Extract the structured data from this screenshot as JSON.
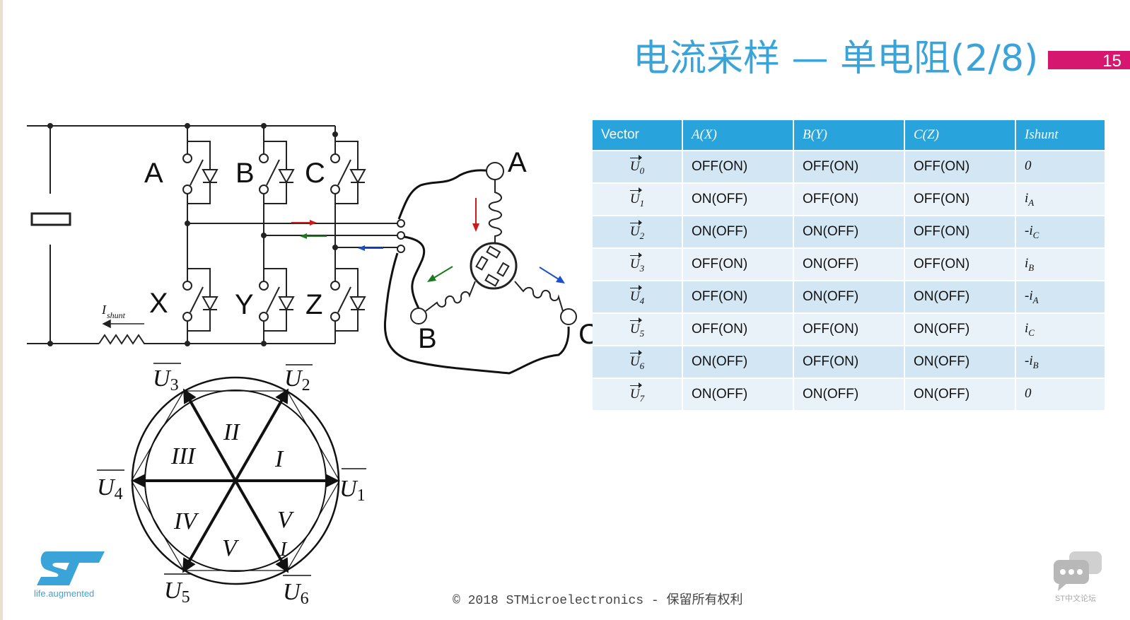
{
  "slide": {
    "title": "电流采样 — 单电阻(2/8)",
    "page_number": "15",
    "accent_color": "#3aa3d8",
    "page_bar_color": "#d6176f",
    "copyright": "© 2018 STMicroelectronics - 保留所有权利"
  },
  "circuit": {
    "switch_labels": [
      "A",
      "B",
      "C",
      "X",
      "Y",
      "Z"
    ],
    "motor_labels": [
      "A",
      "B",
      "C"
    ],
    "shunt_label": "I",
    "shunt_subscript": "shunt"
  },
  "hexagon": {
    "vectors": [
      {
        "name": "U",
        "sub": "1"
      },
      {
        "name": "U",
        "sub": "2"
      },
      {
        "name": "U",
        "sub": "3"
      },
      {
        "name": "U",
        "sub": "4"
      },
      {
        "name": "U",
        "sub": "5"
      },
      {
        "name": "U",
        "sub": "6"
      }
    ],
    "sectors": [
      "I",
      "II",
      "III",
      "IV",
      "V",
      "V",
      "I"
    ]
  },
  "table": {
    "headers": [
      "Vector",
      "A(X)",
      "B(Y)",
      "C(Z)",
      "Ishunt"
    ],
    "rows": [
      {
        "vector": "U",
        "sub": "0",
        "a": "OFF(ON)",
        "b": "OFF(ON)",
        "c": "OFF(ON)",
        "ishunt": "0",
        "ish_sub": ""
      },
      {
        "vector": "U",
        "sub": "1",
        "a": "ON(OFF)",
        "b": "OFF(ON)",
        "c": "OFF(ON)",
        "ishunt": "i",
        "ish_sub": "A"
      },
      {
        "vector": "U",
        "sub": "2",
        "a": "ON(OFF)",
        "b": "ON(OFF)",
        "c": "OFF(ON)",
        "ishunt": "-i",
        "ish_sub": "C"
      },
      {
        "vector": "U",
        "sub": "3",
        "a": "OFF(ON)",
        "b": "ON(OFF)",
        "c": "OFF(ON)",
        "ishunt": "i",
        "ish_sub": "B"
      },
      {
        "vector": "U",
        "sub": "4",
        "a": "OFF(ON)",
        "b": "ON(OFF)",
        "c": "ON(OFF)",
        "ishunt": "-i",
        "ish_sub": "A"
      },
      {
        "vector": "U",
        "sub": "5",
        "a": "OFF(ON)",
        "b": "OFF(ON)",
        "c": "ON(OFF)",
        "ishunt": "i",
        "ish_sub": "C"
      },
      {
        "vector": "U",
        "sub": "6",
        "a": "ON(OFF)",
        "b": "OFF(ON)",
        "c": "ON(OFF)",
        "ishunt": "-i",
        "ish_sub": "B"
      },
      {
        "vector": "U",
        "sub": "7",
        "a": "ON(OFF)",
        "b": "ON(OFF)",
        "c": "ON(OFF)",
        "ishunt": "0",
        "ish_sub": ""
      }
    ]
  },
  "branding": {
    "logo_text": "ST",
    "tagline": "life.augmented",
    "forum_label": "ST中文论坛",
    "forum_icon": "chat-bubbles-icon"
  }
}
